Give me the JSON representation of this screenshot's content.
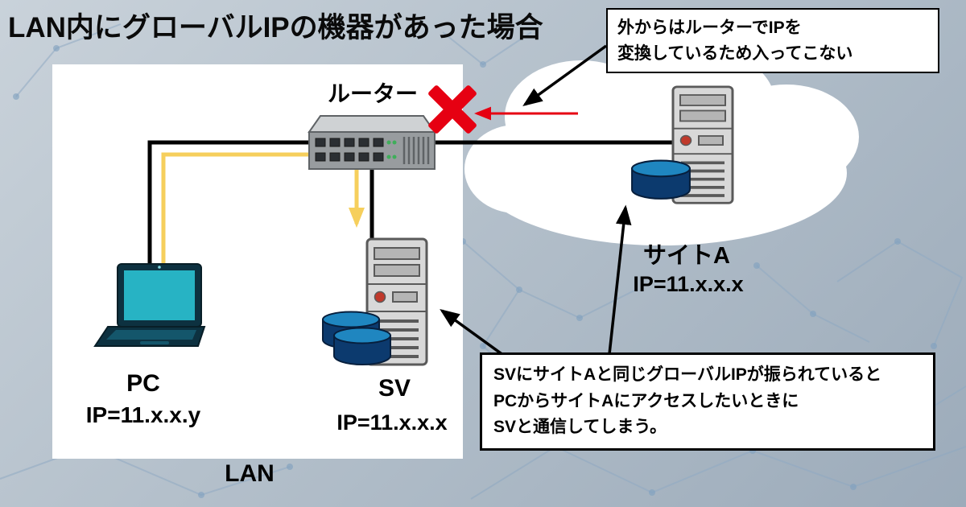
{
  "title": "LAN内にグローバルIPの機器があった場合",
  "lan": {
    "label": "LAN",
    "router": {
      "label": "ルーター"
    },
    "pc": {
      "label": "PC",
      "ip": "IP=11.x.x.y"
    },
    "sv": {
      "label": "SV",
      "ip": "IP=11.x.x.x"
    }
  },
  "internet": {
    "site_a": {
      "label": "サイトA",
      "ip": "IP=11.x.x.x"
    }
  },
  "callouts": {
    "router_nat": {
      "lines": [
        "外からはルーターでIPを",
        "変換しているため入ってこない"
      ]
    },
    "conflict": {
      "lines": [
        "SVにサイトAと同じグローバルIPが振られていると",
        "PCからサイトAにアクセスしたいときに",
        "SVと通信してしまう。"
      ]
    }
  },
  "icons": {
    "router": "router-switch-icon",
    "pc": "laptop-icon",
    "sv": "server-tower-icon",
    "site_a": "server-tower-icon",
    "database": "database-cylinder-icon",
    "blocked": "red-x-icon",
    "cloud": "cloud-shape"
  },
  "colors": {
    "blocked_red": "#e60012",
    "path_yellow": "#f6cf5c",
    "wire_black": "#000000",
    "cylinder_top": "#1f86c0",
    "cylinder_body": "#0c3a6e",
    "laptop_screen": "#27b3c4",
    "background": "#b4c0cb"
  }
}
